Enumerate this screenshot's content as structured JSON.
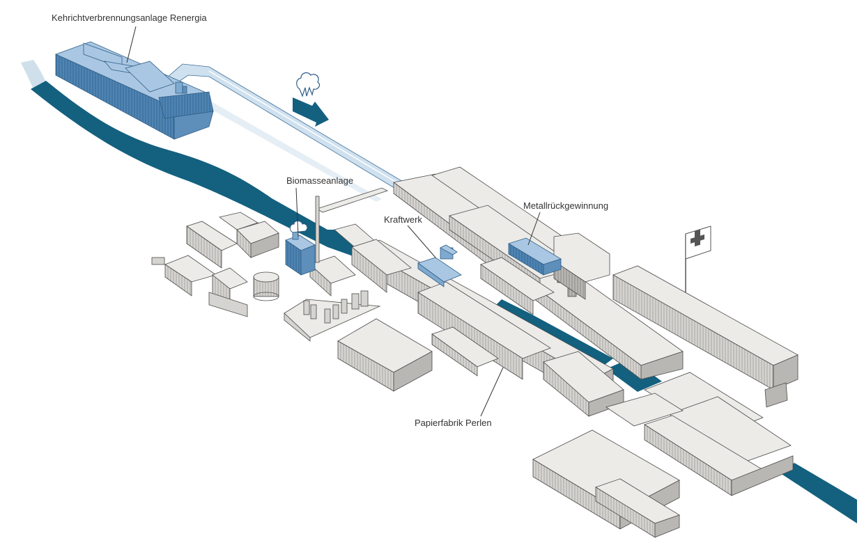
{
  "labels": {
    "renergia": "Kehrichtverbrennungsanlage Renergia",
    "biomasse": "Biomasseanlage",
    "kraftwerk": "Kraftwerk",
    "metall": "Metallrückgewinnung",
    "papierfabrik": "Papierfabrik Perlen"
  },
  "colors": {
    "river": "#14607f",
    "river_light": "#cfe0ea",
    "steam_pipe": "#cfe1ef",
    "highlight_blue": "#7fa9cf",
    "building_grey": "#d6d4d0"
  },
  "icons": {
    "steam": "steam-cloud-icon",
    "flow_arrow": "flow-arrow-icon",
    "flag": "swiss-flag-icon"
  }
}
